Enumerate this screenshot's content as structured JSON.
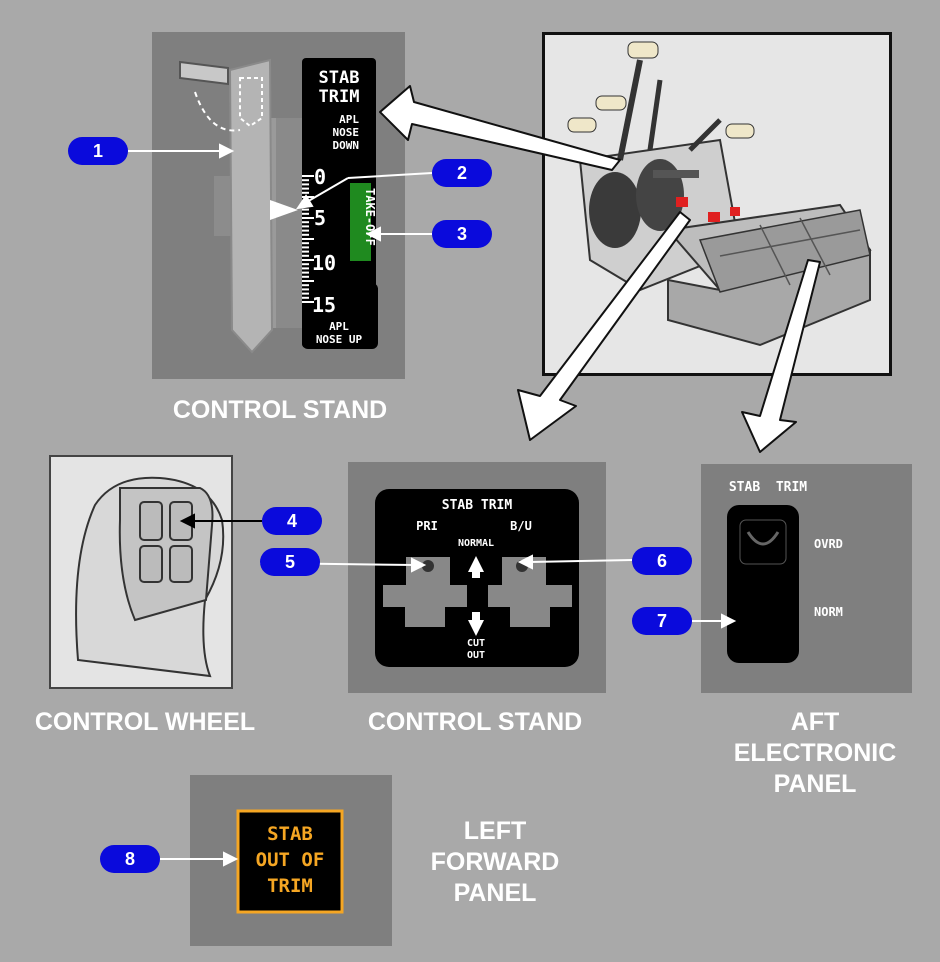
{
  "captions": {
    "control_stand_top": "CONTROL STAND",
    "control_wheel": "CONTROL WHEEL",
    "control_stand_bottom": "CONTROL STAND",
    "aft_electronic_panel": [
      "AFT",
      "ELECTRONIC",
      "PANEL"
    ],
    "left_forward_panel": [
      "LEFT",
      "FORWARD",
      "PANEL"
    ]
  },
  "stab_trim_indicator": {
    "title": [
      "STAB",
      "TRIM"
    ],
    "top_label": [
      "APL",
      "NOSE",
      "DOWN"
    ],
    "bottom_label": [
      "APL",
      "NOSE UP"
    ],
    "scale": [
      "0",
      "5",
      "10",
      "15"
    ],
    "band_label": "TAKE-OFF",
    "band_color": "#1f8a1f"
  },
  "stab_trim_switch_panel": {
    "title": "STAB TRIM",
    "left_label": "PRI",
    "right_label": "B/U",
    "up_label": "NORMAL",
    "down_label": [
      "CUT",
      "OUT"
    ]
  },
  "aft_panel_switch": {
    "title": "STAB  TRIM",
    "upper_label": "OVRD",
    "lower_label": "NORM"
  },
  "annunciator": {
    "lines": [
      "STAB",
      "OUT OF",
      "TRIM"
    ],
    "color": "#f5a623"
  },
  "callouts": [
    "1",
    "2",
    "3",
    "4",
    "5",
    "6",
    "7",
    "8"
  ],
  "colors": {
    "background": "#a9a9a9",
    "panel": "#7f7f7f",
    "callout": "#0a0adc"
  }
}
